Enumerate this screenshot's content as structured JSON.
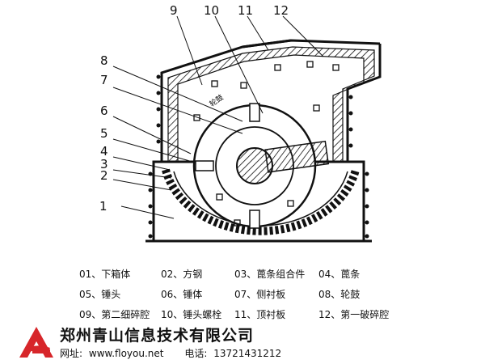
{
  "callouts": [
    "1",
    "2",
    "3",
    "4",
    "5",
    "6",
    "7",
    "8",
    "9",
    "10",
    "11",
    "12"
  ],
  "rotor_label": "轮鼓",
  "parts": [
    [
      "01、下箱体",
      "02、方钢",
      "03、蓖条组合件",
      "04、蓖条"
    ],
    [
      "05、锤头",
      "06、锤体",
      "07、侧衬板",
      "08、轮鼓"
    ],
    [
      "09、第二细碎腔",
      "10、锤头螺栓",
      "11、顶衬板",
      "12、第一破碎腔"
    ]
  ],
  "company": {
    "name": "郑州青山信息技术有限公司",
    "website_label": "网址:",
    "website": "www.floyou.net",
    "phone_label": "电话:",
    "phone": "13721431212"
  },
  "colors": {
    "logo": "#d7262a",
    "line": "#111111"
  }
}
